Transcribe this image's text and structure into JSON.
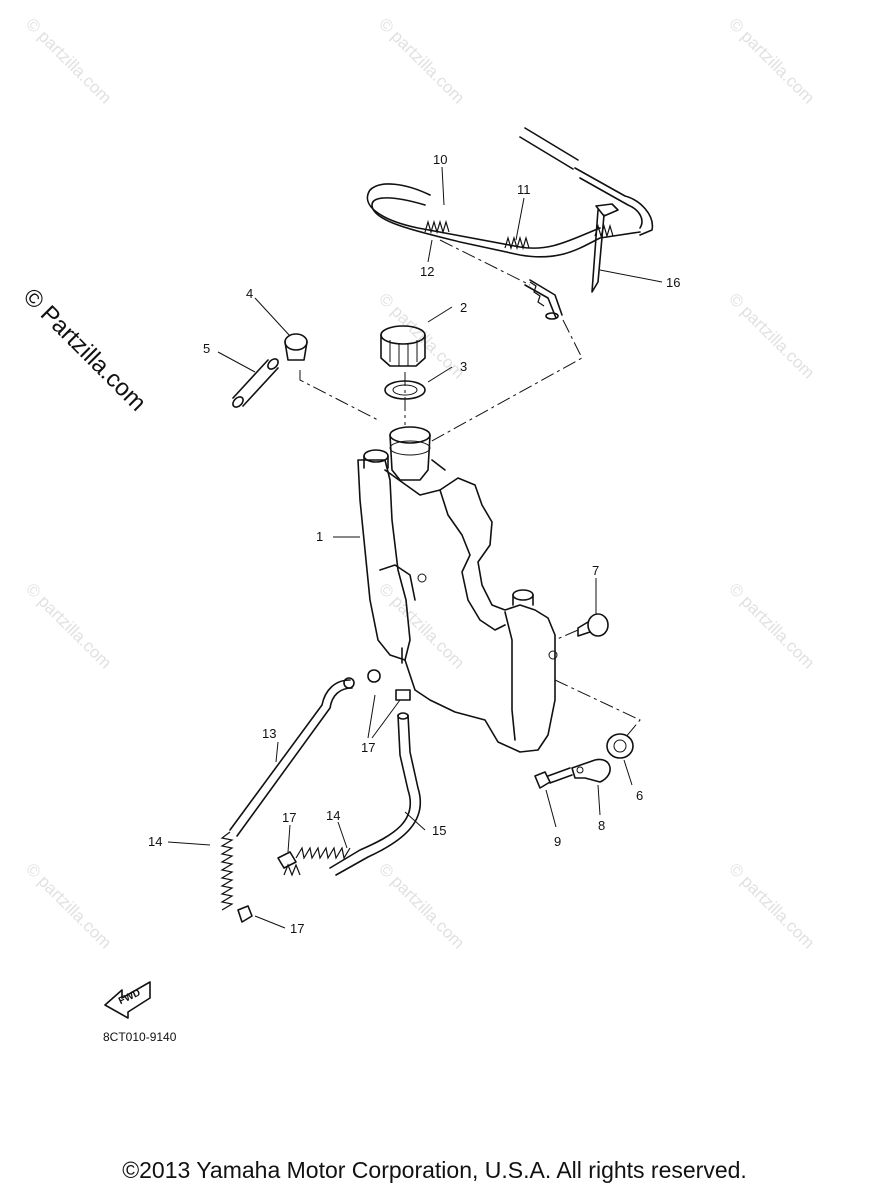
{
  "diagram": {
    "callouts": [
      "1",
      "2",
      "3",
      "4",
      "5",
      "6",
      "7",
      "8",
      "9",
      "10",
      "11",
      "12",
      "13",
      "14",
      "15",
      "16",
      "17"
    ],
    "code": "8CT010-9140",
    "fwd_label": "FWD"
  },
  "watermark": {
    "main": "© Partzilla.com",
    "small": "© partzilla.com"
  },
  "footer": {
    "copyright": "©2013 Yamaha Motor Corporation, U.S.A. All rights reserved."
  }
}
